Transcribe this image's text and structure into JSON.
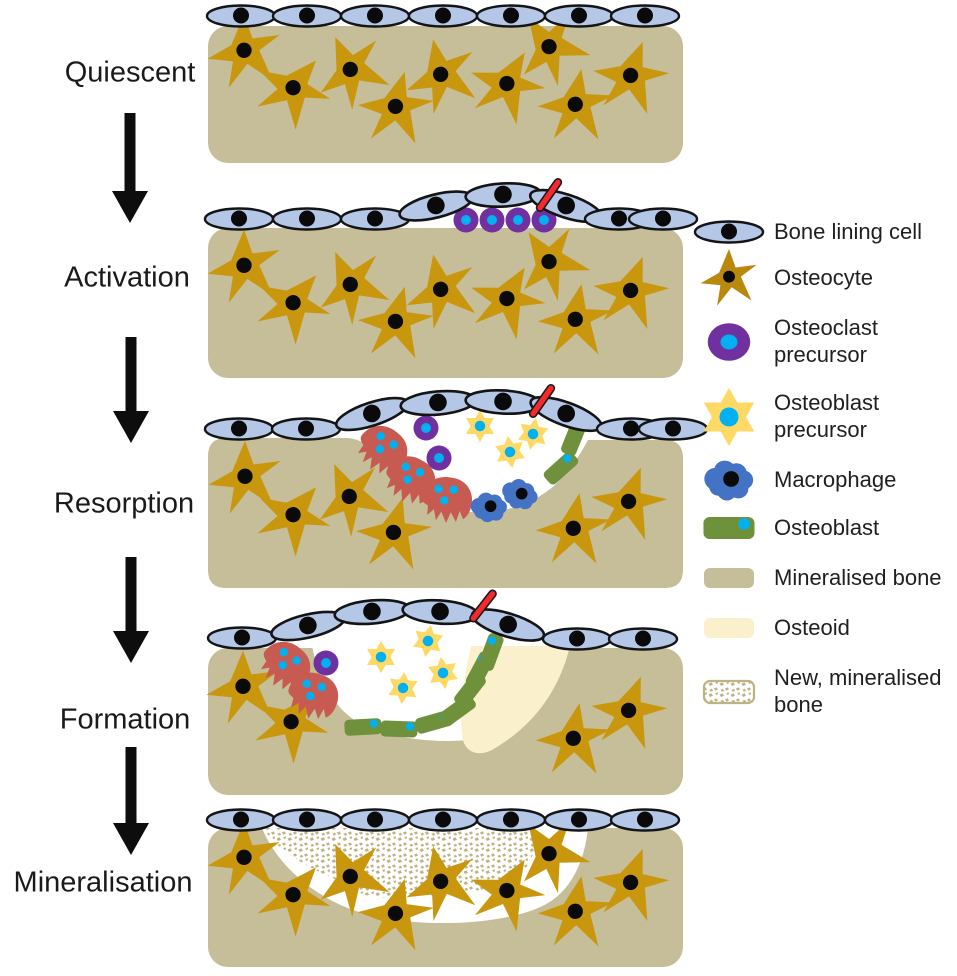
{
  "stages": [
    {
      "label": "Quiescent"
    },
    {
      "label": "Activation"
    },
    {
      "label": "Resorption"
    },
    {
      "label": "Formation"
    },
    {
      "label": "Mineralisation"
    }
  ],
  "legend": {
    "items": [
      {
        "label": "Bone lining cell",
        "icon": "bone-lining-cell-icon"
      },
      {
        "label": "Osteocyte",
        "icon": "osteocyte-icon"
      },
      {
        "label": "Osteoclast precursor",
        "icon": "osteoclast-precursor-icon"
      },
      {
        "label": "Osteoblast precursor",
        "icon": "osteoblast-precursor-icon"
      },
      {
        "label": "Macrophage",
        "icon": "macrophage-icon"
      },
      {
        "label": "Osteoblast",
        "icon": "osteoblast-icon"
      },
      {
        "label": "Mineralised bone",
        "icon": "mineralised-bone-swatch"
      },
      {
        "label": "Osteoid",
        "icon": "osteoid-swatch"
      },
      {
        "label": "New, mineralised bone",
        "icon": "new-mineralised-bone-swatch"
      }
    ]
  },
  "colors": {
    "bone_lining_cell": "#B4C7E7",
    "osteocyte": "#C9970D",
    "osteoclast_precursor": "#7030A0",
    "cyan_nucleus": "#00B0F0",
    "osteoblast_precursor": "#FFD966",
    "macrophage": "#4472C4",
    "osteoclast": "#C75B52",
    "osteoblast": "#70913C",
    "mineralised_bone": "#C6BE98",
    "osteoid": "#FBF0CC",
    "new_bone_stipple": "#BDB383",
    "signal_rod": "#F5292B",
    "arrow": "#0d0d0d",
    "outline": "#141414"
  }
}
